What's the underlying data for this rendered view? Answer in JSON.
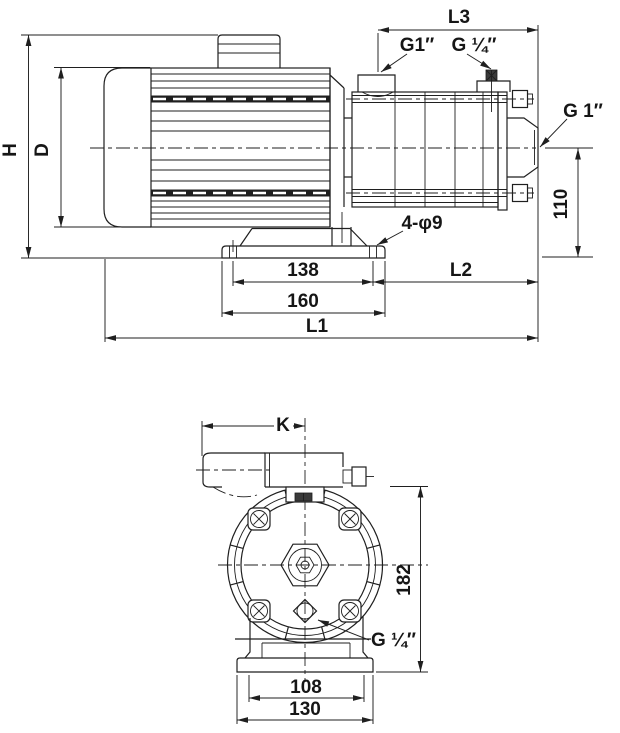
{
  "drawing": {
    "type": "technical-dimension-drawing",
    "subject": "horizontal multistage centrifugal pump",
    "background": "#ffffff",
    "line_color": "#1f1f1f",
    "text_color": "#161616",
    "views": {
      "side": {
        "title": "side-elevation-view",
        "labels": {
          "overall_height": "H",
          "motor_diameter": "D",
          "head_length": "L3",
          "suction_port": "G1″",
          "vent_plug": "G ¼″",
          "discharge_port": "G 1″",
          "discharge_height": "110",
          "foot_holes": "4-φ9",
          "foot_hole_pitch": "138",
          "rear_length": "L2",
          "foot_length": "160",
          "overall_length": "L1"
        }
      },
      "front": {
        "title": "front-end-view",
        "labels": {
          "port_offset": "K",
          "body_height": "182",
          "drain_plug": "G ¼″",
          "foot_hole_pitch": "108",
          "foot_width": "130"
        }
      }
    }
  }
}
